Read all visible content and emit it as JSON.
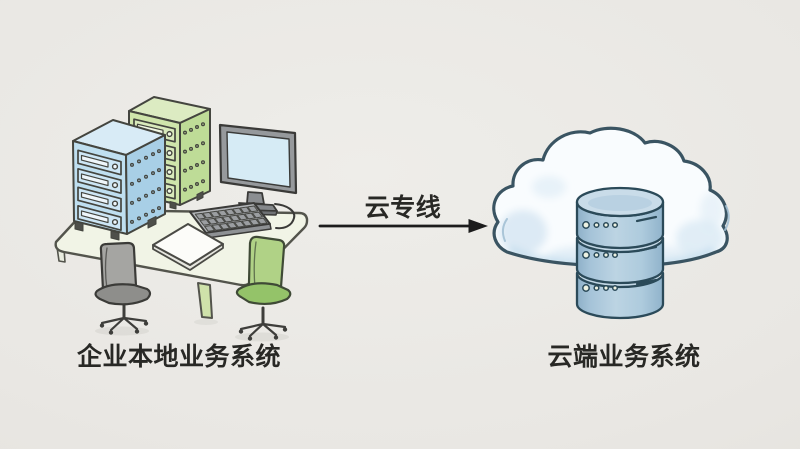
{
  "diagram": {
    "background": "#eae8e4",
    "nodes": {
      "local": {
        "label": "企业本地业务系统",
        "components": [
          "server-tower-blue-icon",
          "server-tower-green-icon",
          "desktop-monitor-icon",
          "keyboard-icon",
          "notebook-icon",
          "desk-icon",
          "office-chair-gray-icon",
          "office-chair-green-icon"
        ]
      },
      "cloud": {
        "label": "云端业务系统",
        "components": [
          "cloud-icon",
          "database-stack-icon"
        ]
      }
    },
    "connection": {
      "label": "云专线",
      "from": "local",
      "to": "cloud",
      "style": "arrow-right",
      "color": "#1c1c1c"
    },
    "colors": {
      "server_blue": "#bfdff0",
      "server_green": "#cfe5ab",
      "monitor_screen": "#d6ebf5",
      "desk": "#f1f4e6",
      "chair_gray": "#a5a5a2",
      "chair_green": "#b0d286",
      "cloud_outline": "#3a5462",
      "cloud_shade": "#cce1f0",
      "database": "#a9c6db",
      "text": "#282825"
    }
  }
}
